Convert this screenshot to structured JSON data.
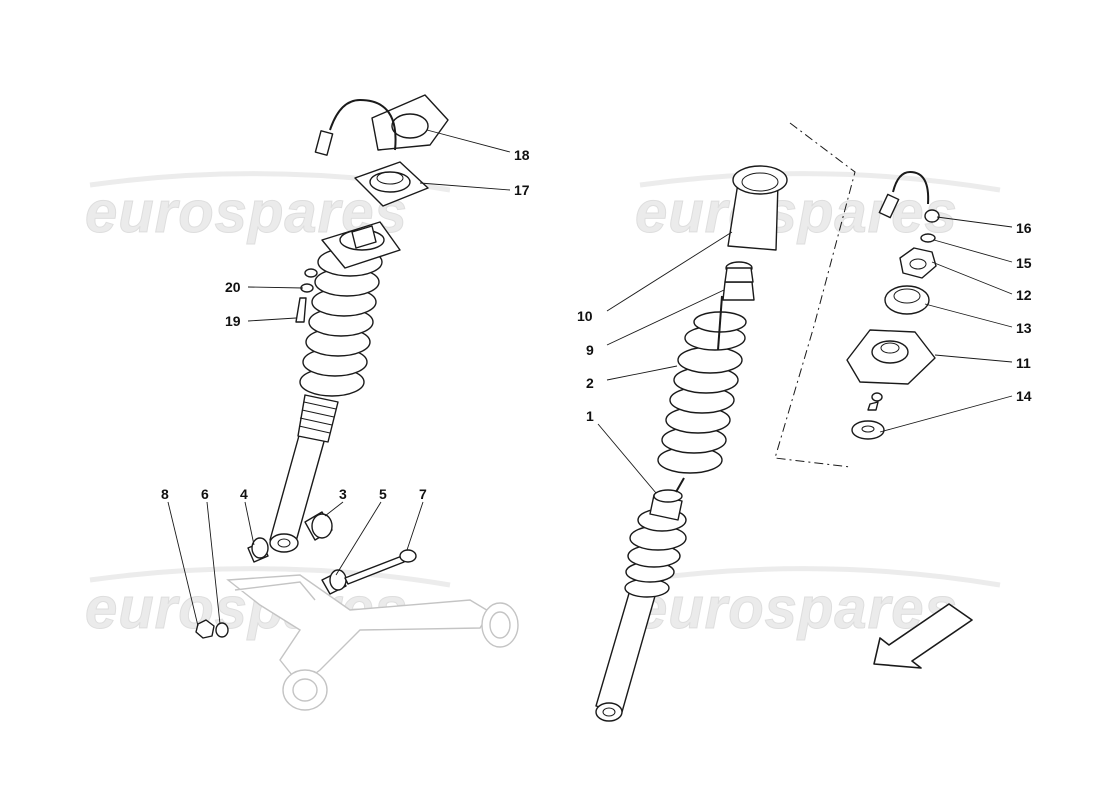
{
  "watermark": {
    "text": "eurospares",
    "instances": 4
  },
  "colors": {
    "line": "#1a1a1a",
    "watermark": "#ebebeb",
    "faint_part": "#c4c4c4",
    "background": "#ffffff"
  },
  "callouts": {
    "left_assembly": [
      {
        "id": "18",
        "label": "18",
        "part": "upper-mount-plate"
      },
      {
        "id": "17",
        "label": "17",
        "part": "top-mount-bearing"
      },
      {
        "id": "20",
        "label": "20",
        "part": "washer"
      },
      {
        "id": "19",
        "label": "19",
        "part": "screw"
      },
      {
        "id": "8",
        "label": "8",
        "part": "nut"
      },
      {
        "id": "6",
        "label": "6",
        "part": "washer"
      },
      {
        "id": "4",
        "label": "4",
        "part": "bushing"
      },
      {
        "id": "3",
        "label": "3",
        "part": "bushing"
      },
      {
        "id": "5",
        "label": "5",
        "part": "bushing"
      },
      {
        "id": "7",
        "label": "7",
        "part": "bolt"
      }
    ],
    "right_assembly": [
      {
        "id": "10",
        "label": "10",
        "part": "dust-boot"
      },
      {
        "id": "9",
        "label": "9",
        "part": "bump-stop"
      },
      {
        "id": "2",
        "label": "2",
        "part": "coil-spring"
      },
      {
        "id": "1",
        "label": "1",
        "part": "shock-absorber"
      },
      {
        "id": "16",
        "label": "16",
        "part": "nut"
      },
      {
        "id": "15",
        "label": "15",
        "part": "washer"
      },
      {
        "id": "12",
        "label": "12",
        "part": "castle-nut"
      },
      {
        "id": "13",
        "label": "13",
        "part": "spring-seat"
      },
      {
        "id": "11",
        "label": "11",
        "part": "top-mount"
      },
      {
        "id": "14",
        "label": "14",
        "part": "lower-washer"
      }
    ]
  },
  "icons": {
    "direction_arrow": "front-direction-arrow-icon",
    "connector": "sensor-connector-icon"
  }
}
